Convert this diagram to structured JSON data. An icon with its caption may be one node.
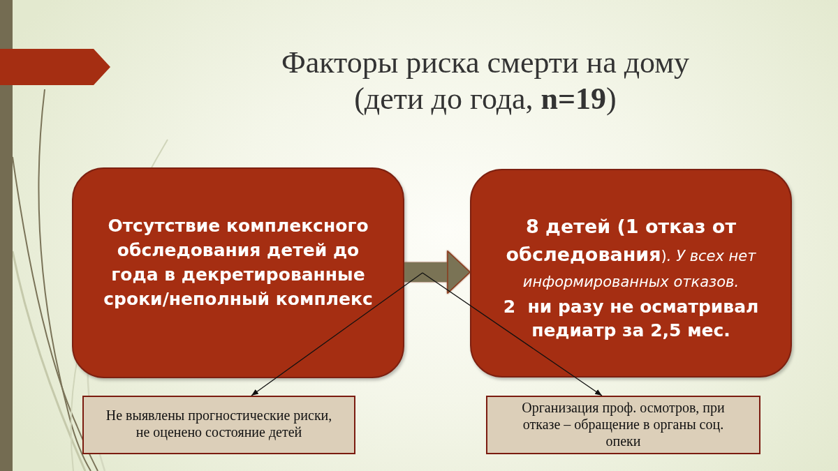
{
  "diagram": {
    "title": "Факторы риска смерти на дому (дети до года, **n=19**)",
    "nodes": [
      {
        "text": [
          "Отсутствие комплексного обследования детей до года в декретированные сроки/неполный комплекс"
        ]
      },
      {
        "text": [
          "**8 детей (1 отказ от обследования**)*. У всех нет информированных отказов.*",
          "2  ни разу не осматривал педиатр за 2,5 мес."
        ]
      },
      {
        "text": [
          "Не выявлены прогностические риски, не оценено состояние детей"
        ]
      },
      {
        "text": [
          "Организация проф. осмотров, при отказе – обращение в органы соц. опеки"
        ]
      }
    ],
    "edges": [
      {
        "from": 0,
        "to": 1,
        "arrow": "to",
        "style": "thick",
        "color": "#7a7355"
      },
      {
        "from": null,
        "to": 2,
        "arrow": "to"
      },
      {
        "from": null,
        "to": 3,
        "arrow": "to"
      }
    ]
  }
}
